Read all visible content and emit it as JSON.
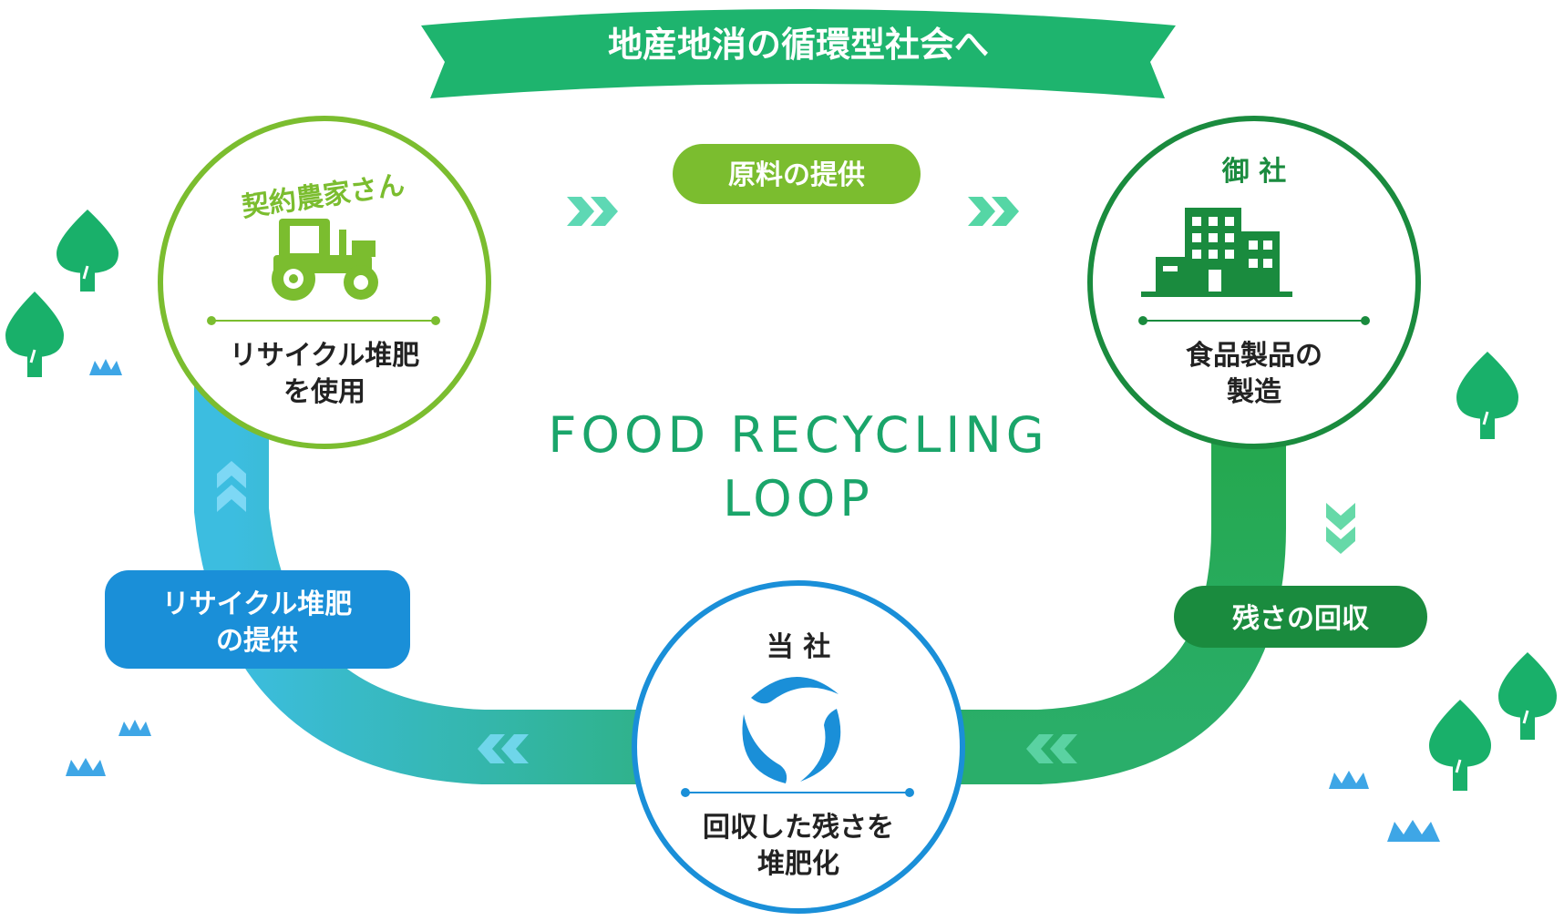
{
  "banner": {
    "title": "地産地消の循環型社会へ"
  },
  "center": {
    "line1": "FOOD RECYCLING",
    "line2": "LOOP"
  },
  "nodes": {
    "farmer": {
      "title": "契約農家さん",
      "caption_line1": "リサイクル堆肥",
      "caption_line2": "を使用",
      "icon": "tractor-icon"
    },
    "client": {
      "title": "御 社",
      "caption_line1": "食品製品の",
      "caption_line2": "製造",
      "icon": "building-icon"
    },
    "self": {
      "title": "当 社",
      "caption_line1": "回収した残さを",
      "caption_line2": "堆肥化",
      "icon": "leaf-cycle-icon"
    }
  },
  "flows": {
    "top": {
      "label": "原料の提供"
    },
    "right": {
      "label": "残さの回収"
    },
    "left": {
      "label_line1": "リサイクル堆肥",
      "label_line2": "の提供"
    }
  },
  "colors": {
    "banner": "#1eb46e",
    "lime": "#7bbd2f",
    "dark_green": "#1a8b3e",
    "blue": "#1a8fd8",
    "center_text": "#1aa56a",
    "tree": "#19b06a",
    "grass": "#3ea6e6"
  }
}
